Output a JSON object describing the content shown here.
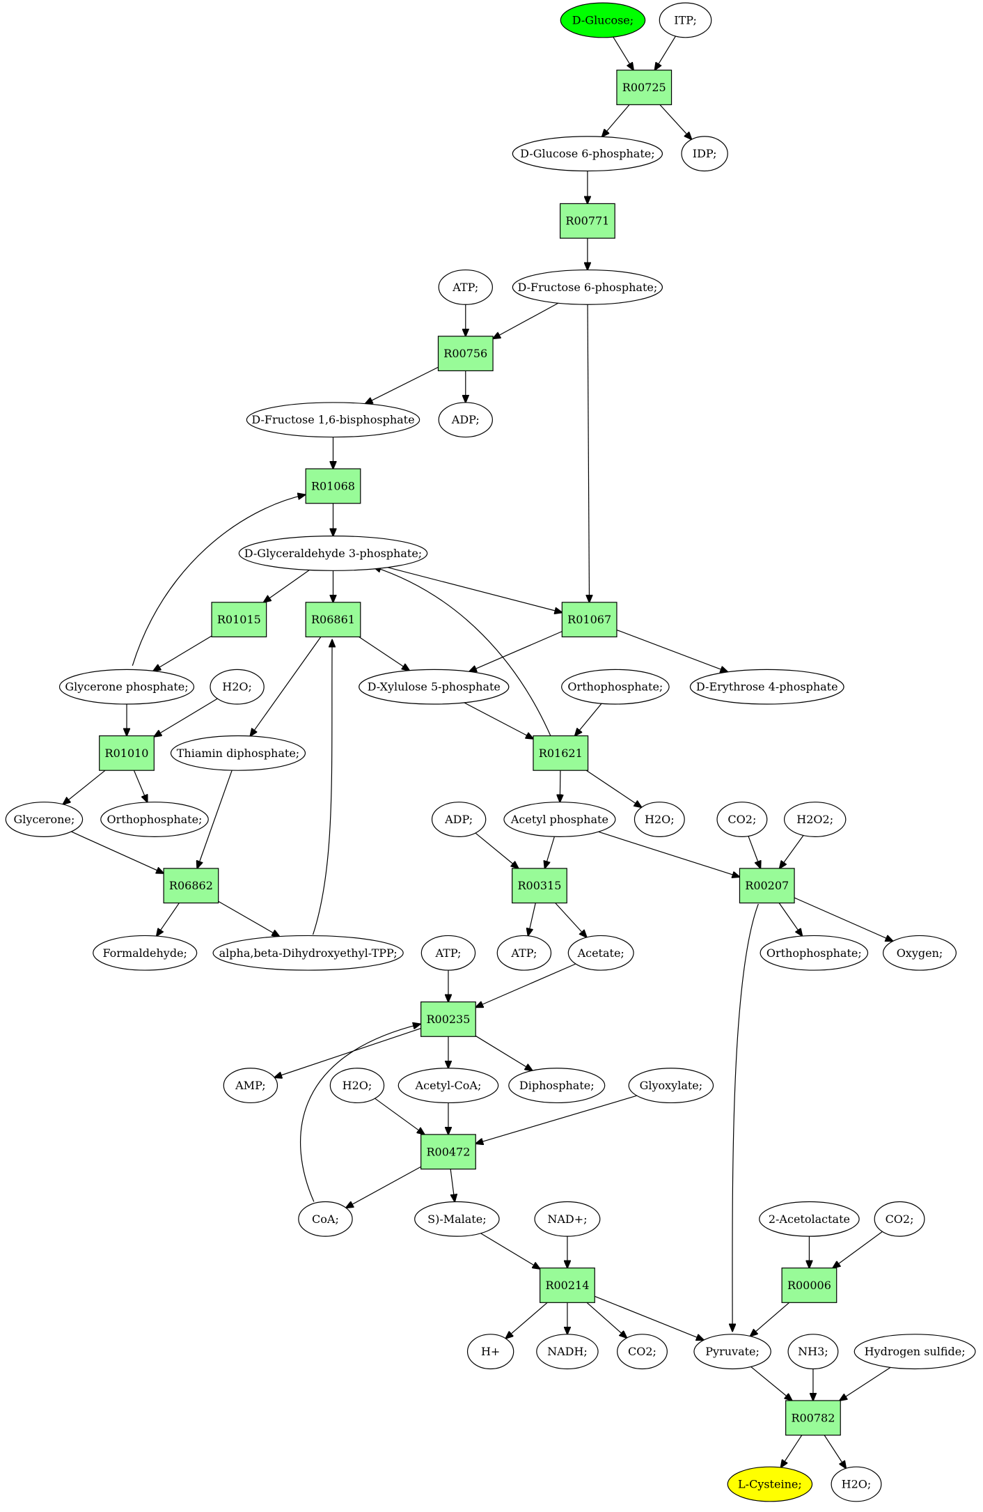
{
  "nodes": [
    {
      "id": "m_dglucose",
      "label": "D-Glucose;",
      "kind": "metabolite",
      "role": "start"
    },
    {
      "id": "m_itp",
      "label": "ITP;",
      "kind": "metabolite"
    },
    {
      "id": "r_R00725",
      "label": "R00725",
      "kind": "reaction"
    },
    {
      "id": "m_dg6p",
      "label": "D-Glucose 6-phosphate;",
      "kind": "metabolite"
    },
    {
      "id": "m_idp",
      "label": "IDP;",
      "kind": "metabolite"
    },
    {
      "id": "r_R00771",
      "label": "R00771",
      "kind": "reaction"
    },
    {
      "id": "m_atp1",
      "label": "ATP;",
      "kind": "metabolite"
    },
    {
      "id": "m_df6p",
      "label": "D-Fructose 6-phosphate;",
      "kind": "metabolite"
    },
    {
      "id": "r_R00756",
      "label": "R00756",
      "kind": "reaction"
    },
    {
      "id": "m_dfbp",
      "label": "D-Fructose 1,6-bisphosphate",
      "kind": "metabolite"
    },
    {
      "id": "m_adp1",
      "label": "ADP;",
      "kind": "metabolite"
    },
    {
      "id": "r_R01068",
      "label": "R01068",
      "kind": "reaction"
    },
    {
      "id": "m_g3p",
      "label": "D-Glyceraldehyde 3-phosphate;",
      "kind": "metabolite"
    },
    {
      "id": "r_R01015",
      "label": "R01015",
      "kind": "reaction"
    },
    {
      "id": "r_R06861",
      "label": "R06861",
      "kind": "reaction"
    },
    {
      "id": "r_R01067",
      "label": "R01067",
      "kind": "reaction"
    },
    {
      "id": "m_gp",
      "label": "Glycerone phosphate;",
      "kind": "metabolite"
    },
    {
      "id": "m_h2o1",
      "label": "H2O;",
      "kind": "metabolite"
    },
    {
      "id": "m_x5p",
      "label": "D-Xylulose 5-phosphate",
      "kind": "metabolite"
    },
    {
      "id": "m_ortho1",
      "label": "Orthophosphate;",
      "kind": "metabolite"
    },
    {
      "id": "m_e4p",
      "label": "D-Erythrose 4-phosphate",
      "kind": "metabolite"
    },
    {
      "id": "r_R01010",
      "label": "R01010",
      "kind": "reaction"
    },
    {
      "id": "m_tdp",
      "label": "Thiamin diphosphate;",
      "kind": "metabolite"
    },
    {
      "id": "r_R01621",
      "label": "R01621",
      "kind": "reaction"
    },
    {
      "id": "m_glycerone",
      "label": "Glycerone;",
      "kind": "metabolite"
    },
    {
      "id": "m_ortho2",
      "label": "Orthophosphate;",
      "kind": "metabolite"
    },
    {
      "id": "m_adp2",
      "label": "ADP;",
      "kind": "metabolite"
    },
    {
      "id": "m_acp",
      "label": "Acetyl phosphate",
      "kind": "metabolite"
    },
    {
      "id": "m_h2o2",
      "label": "H2O;",
      "kind": "metabolite"
    },
    {
      "id": "m_co2a",
      "label": "CO2;",
      "kind": "metabolite"
    },
    {
      "id": "m_h2o2b",
      "label": "H2O2;",
      "kind": "metabolite"
    },
    {
      "id": "r_R06862",
      "label": "R06862",
      "kind": "reaction"
    },
    {
      "id": "r_R00315",
      "label": "R00315",
      "kind": "reaction"
    },
    {
      "id": "r_R00207",
      "label": "R00207",
      "kind": "reaction"
    },
    {
      "id": "m_formaldehyde",
      "label": "Formaldehyde;",
      "kind": "metabolite"
    },
    {
      "id": "m_adhtpp",
      "label": "alpha,beta-Dihydroxyethyl-TPP;",
      "kind": "metabolite"
    },
    {
      "id": "m_atp2",
      "label": "ATP;",
      "kind": "metabolite"
    },
    {
      "id": "m_atp3",
      "label": "ATP;",
      "kind": "metabolite"
    },
    {
      "id": "m_acetate",
      "label": "Acetate;",
      "kind": "metabolite"
    },
    {
      "id": "m_ortho3",
      "label": "Orthophosphate;",
      "kind": "metabolite"
    },
    {
      "id": "m_oxygen",
      "label": "Oxygen;",
      "kind": "metabolite"
    },
    {
      "id": "r_R00235",
      "label": "R00235",
      "kind": "reaction"
    },
    {
      "id": "m_amp",
      "label": "AMP;",
      "kind": "metabolite"
    },
    {
      "id": "m_h2o3",
      "label": "H2O;",
      "kind": "metabolite"
    },
    {
      "id": "m_acoa",
      "label": "Acetyl-CoA;",
      "kind": "metabolite"
    },
    {
      "id": "m_dip",
      "label": "Diphosphate;",
      "kind": "metabolite"
    },
    {
      "id": "m_glyox",
      "label": "Glyoxylate;",
      "kind": "metabolite"
    },
    {
      "id": "r_R00472",
      "label": "R00472",
      "kind": "reaction"
    },
    {
      "id": "m_coa",
      "label": "CoA;",
      "kind": "metabolite"
    },
    {
      "id": "m_malate",
      "label": "S)-Malate;",
      "kind": "metabolite"
    },
    {
      "id": "m_nad",
      "label": "NAD+;",
      "kind": "metabolite"
    },
    {
      "id": "m_acl",
      "label": "2-Acetolactate",
      "kind": "metabolite"
    },
    {
      "id": "m_co2b",
      "label": "CO2;",
      "kind": "metabolite"
    },
    {
      "id": "r_R00214",
      "label": "R00214",
      "kind": "reaction"
    },
    {
      "id": "r_R00006",
      "label": "R00006",
      "kind": "reaction"
    },
    {
      "id": "m_hplus",
      "label": "H+",
      "kind": "metabolite"
    },
    {
      "id": "m_nadh",
      "label": "NADH;",
      "kind": "metabolite"
    },
    {
      "id": "m_co2c",
      "label": "CO2;",
      "kind": "metabolite"
    },
    {
      "id": "m_pyruvate",
      "label": "Pyruvate;",
      "kind": "metabolite"
    },
    {
      "id": "m_nh3",
      "label": "NH3;",
      "kind": "metabolite"
    },
    {
      "id": "m_h2s",
      "label": "Hydrogen sulfide;",
      "kind": "metabolite"
    },
    {
      "id": "r_R00782",
      "label": "R00782",
      "kind": "reaction"
    },
    {
      "id": "m_lcys",
      "label": "L-Cysteine;",
      "kind": "metabolite",
      "role": "target"
    },
    {
      "id": "m_h2o4",
      "label": "H2O;",
      "kind": "metabolite"
    }
  ],
  "edges": [
    {
      "from": "m_dglucose",
      "to": "r_R00725"
    },
    {
      "from": "m_itp",
      "to": "r_R00725"
    },
    {
      "from": "r_R00725",
      "to": "m_dg6p"
    },
    {
      "from": "r_R00725",
      "to": "m_idp"
    },
    {
      "from": "m_dg6p",
      "to": "r_R00771"
    },
    {
      "from": "r_R00771",
      "to": "m_df6p"
    },
    {
      "from": "m_atp1",
      "to": "r_R00756"
    },
    {
      "from": "m_df6p",
      "to": "r_R00756"
    },
    {
      "from": "m_df6p",
      "to": "r_R01067"
    },
    {
      "from": "r_R00756",
      "to": "m_dfbp"
    },
    {
      "from": "r_R00756",
      "to": "m_adp1"
    },
    {
      "from": "m_dfbp",
      "to": "r_R01068"
    },
    {
      "from": "r_R01068",
      "to": "m_g3p"
    },
    {
      "from": "r_R01068",
      "to": "m_gp"
    },
    {
      "from": "m_g3p",
      "to": "r_R01015"
    },
    {
      "from": "m_g3p",
      "to": "r_R06861"
    },
    {
      "from": "m_g3p",
      "to": "r_R01067"
    },
    {
      "from": "r_R01015",
      "to": "m_gp"
    },
    {
      "from": "r_R06861",
      "to": "m_x5p"
    },
    {
      "from": "r_R06861",
      "to": "m_tdp"
    },
    {
      "from": "r_R01067",
      "to": "m_x5p"
    },
    {
      "from": "r_R01067",
      "to": "m_e4p"
    },
    {
      "from": "m_gp",
      "to": "r_R01010"
    },
    {
      "from": "m_h2o1",
      "to": "r_R01010"
    },
    {
      "from": "m_x5p",
      "to": "r_R01621"
    },
    {
      "from": "m_ortho1",
      "to": "r_R01621"
    },
    {
      "from": "r_R01621",
      "to": "m_g3p"
    },
    {
      "from": "r_R01621",
      "to": "m_acp"
    },
    {
      "from": "r_R01621",
      "to": "m_h2o2"
    },
    {
      "from": "r_R01010",
      "to": "m_glycerone"
    },
    {
      "from": "r_R01010",
      "to": "m_ortho2"
    },
    {
      "from": "m_tdp",
      "to": "r_R06862"
    },
    {
      "from": "m_glycerone",
      "to": "r_R06862"
    },
    {
      "from": "r_R06862",
      "to": "m_formaldehyde"
    },
    {
      "from": "r_R06862",
      "to": "m_adhtpp"
    },
    {
      "from": "m_adhtpp",
      "to": "r_R06861"
    },
    {
      "from": "m_adp2",
      "to": "r_R00315"
    },
    {
      "from": "m_acp",
      "to": "r_R00315"
    },
    {
      "from": "m_acp",
      "to": "r_R00207"
    },
    {
      "from": "m_co2a",
      "to": "r_R00207"
    },
    {
      "from": "m_h2o2b",
      "to": "r_R00207"
    },
    {
      "from": "r_R00315",
      "to": "m_atp2"
    },
    {
      "from": "r_R00315",
      "to": "m_acetate"
    },
    {
      "from": "r_R00207",
      "to": "m_ortho3"
    },
    {
      "from": "r_R00207",
      "to": "m_oxygen"
    },
    {
      "from": "r_R00207",
      "to": "m_pyruvate"
    },
    {
      "from": "m_atp3",
      "to": "r_R00235"
    },
    {
      "from": "m_acetate",
      "to": "r_R00235"
    },
    {
      "from": "m_coa",
      "to": "r_R00235"
    },
    {
      "from": "r_R00235",
      "to": "m_amp"
    },
    {
      "from": "r_R00235",
      "to": "m_acoa"
    },
    {
      "from": "r_R00235",
      "to": "m_dip"
    },
    {
      "from": "m_h2o3",
      "to": "r_R00472"
    },
    {
      "from": "m_acoa",
      "to": "r_R00472"
    },
    {
      "from": "m_glyox",
      "to": "r_R00472"
    },
    {
      "from": "r_R00472",
      "to": "m_coa"
    },
    {
      "from": "r_R00472",
      "to": "m_malate"
    },
    {
      "from": "m_malate",
      "to": "r_R00214"
    },
    {
      "from": "m_nad",
      "to": "r_R00214"
    },
    {
      "from": "r_R00214",
      "to": "m_hplus"
    },
    {
      "from": "r_R00214",
      "to": "m_nadh"
    },
    {
      "from": "r_R00214",
      "to": "m_co2c"
    },
    {
      "from": "r_R00214",
      "to": "m_pyruvate"
    },
    {
      "from": "m_acl",
      "to": "r_R00006"
    },
    {
      "from": "m_co2b",
      "to": "r_R00006"
    },
    {
      "from": "r_R00006",
      "to": "m_pyruvate"
    },
    {
      "from": "m_pyruvate",
      "to": "r_R00782"
    },
    {
      "from": "m_nh3",
      "to": "r_R00782"
    },
    {
      "from": "m_h2s",
      "to": "r_R00782"
    },
    {
      "from": "r_R00782",
      "to": "m_lcys"
    },
    {
      "from": "r_R00782",
      "to": "m_h2o4"
    }
  ],
  "colors": {
    "start_fill": "#00ff00",
    "target_fill": "#ffff00",
    "reaction_fill": "#98fb98",
    "metabolite_fill": "#ffffff",
    "stroke": "#000000"
  }
}
